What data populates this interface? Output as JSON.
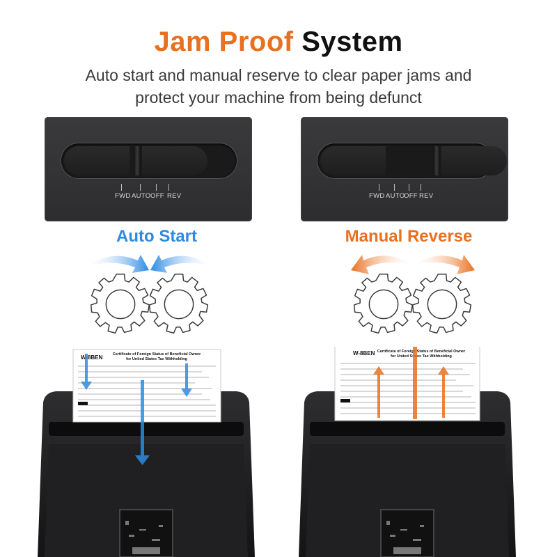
{
  "header": {
    "title_accent": "Jam Proof",
    "title_rest": "System",
    "subtitle_line1": "Auto start and manual reserve to clear paper jams and",
    "subtitle_line2": "protect your machine from being defunct"
  },
  "switch_labels": {
    "fwd": "FWD",
    "auto": "AUTO",
    "off": "OFF",
    "rev": "REV"
  },
  "modes": {
    "auto_start": "Auto Start",
    "manual_reverse": "Manual Reverse"
  },
  "colors": {
    "accent_orange": "#e8701e",
    "accent_blue": "#2c8ae3",
    "panel_dark": "#333335"
  },
  "form": {
    "code": "W-8BEN",
    "title_line1": "Certificate of Foreign Status of Beneficial Owner",
    "title_line2": "for United States Tax Withholding"
  }
}
